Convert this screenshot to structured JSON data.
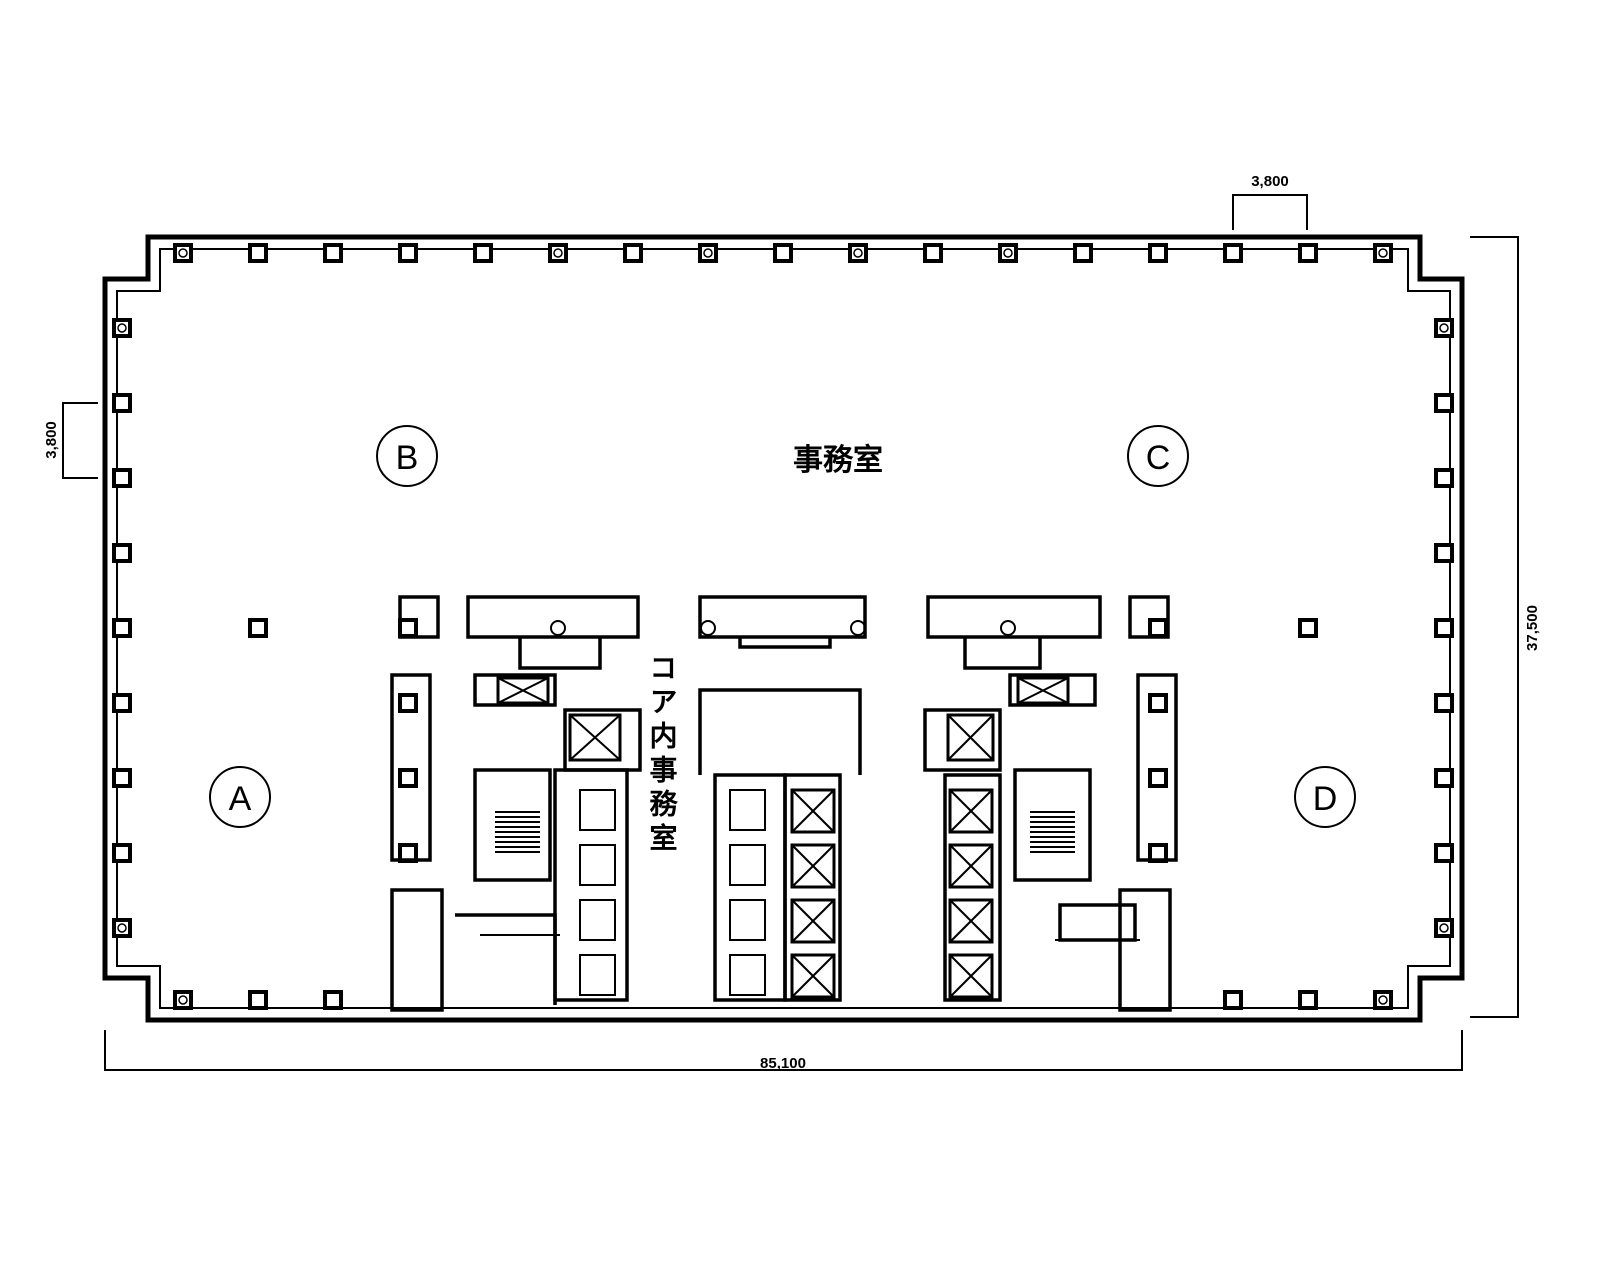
{
  "labels": {
    "office": "事務室",
    "core_office": "コア内事務室"
  },
  "zones": [
    "A",
    "B",
    "C",
    "D"
  ],
  "dimensions": {
    "top_span": "3,800",
    "left_span": "3,800",
    "overall_width": "85,100",
    "overall_depth": "37,500"
  }
}
